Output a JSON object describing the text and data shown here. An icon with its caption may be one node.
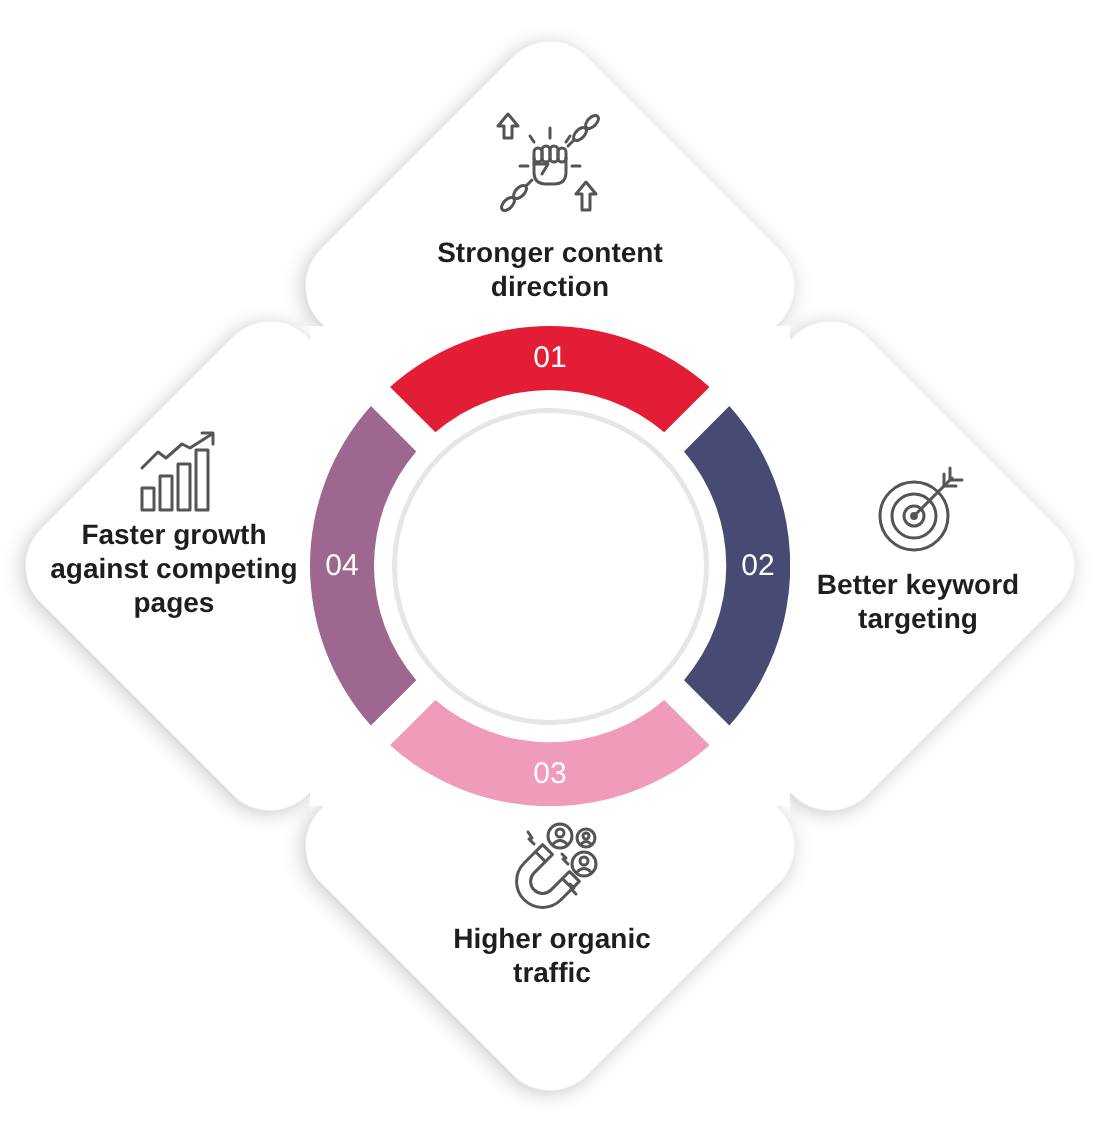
{
  "diagram": {
    "nodes": [
      {
        "text": [
          "Stronger content direction"
        ]
      },
      {
        "text": [
          "01"
        ]
      },
      {
        "text": [
          "Better keyword targeting"
        ]
      },
      {
        "text": [
          "02"
        ]
      },
      {
        "text": [
          "Higher organic traffic"
        ]
      },
      {
        "text": [
          "03"
        ]
      },
      {
        "text": [
          "Faster growth against competing pages"
        ]
      },
      {
        "text": [
          "04"
        ]
      },
      {
        "text": [],
        "shape": "circle"
      }
    ]
  }
}
